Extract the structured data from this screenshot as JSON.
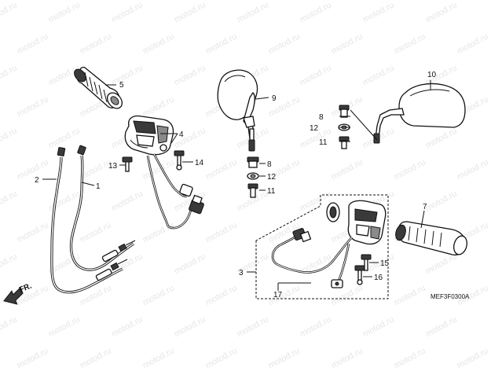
{
  "watermark": "motod.ru",
  "diagram_code": "MEF3F0300A",
  "front_indicator": "FR.",
  "callouts": [
    {
      "id": "c1",
      "text": "1"
    },
    {
      "id": "c2",
      "text": "2"
    },
    {
      "id": "c3",
      "text": "3"
    },
    {
      "id": "c4",
      "text": "4"
    },
    {
      "id": "c5",
      "text": "5"
    },
    {
      "id": "c7",
      "text": "7"
    },
    {
      "id": "c8a",
      "text": "8"
    },
    {
      "id": "c8b",
      "text": "8"
    },
    {
      "id": "c9",
      "text": "9"
    },
    {
      "id": "c10",
      "text": "10"
    },
    {
      "id": "c11a",
      "text": "11"
    },
    {
      "id": "c11b",
      "text": "11"
    },
    {
      "id": "c12a",
      "text": "12"
    },
    {
      "id": "c12b",
      "text": "12"
    },
    {
      "id": "c13",
      "text": "13"
    },
    {
      "id": "c14",
      "text": "14"
    },
    {
      "id": "c15",
      "text": "15"
    },
    {
      "id": "c16",
      "text": "16"
    },
    {
      "id": "c17",
      "text": "17"
    }
  ]
}
